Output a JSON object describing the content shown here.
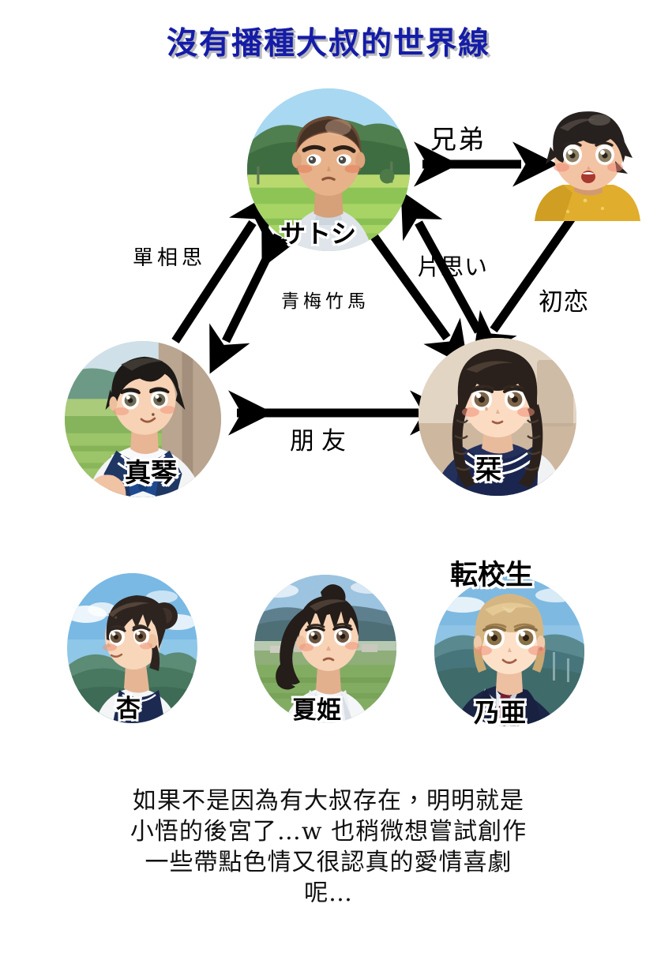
{
  "page": {
    "title": "沒有播種大叔的世界線",
    "title_color": "#141ca8",
    "background": "#ffffff"
  },
  "characters": [
    {
      "id": "satoshi",
      "name": "サトシ",
      "description": "buzz-cut tanned boy in white tee, green rice-field background",
      "shape": "circle"
    },
    {
      "id": "satoru",
      "name": "",
      "description": "young boy, messy black hair, surprised open mouth, mustard yellow shirt, cut-out no frame",
      "shape": "cutout"
    },
    {
      "id": "makoto",
      "name": "真琴",
      "description": "short black hair girl in navy sailor uniform, rice-field background",
      "shape": "circle"
    },
    {
      "id": "shiori",
      "name": "栞",
      "description": "twin-braid girl in navy sailor uniform, warm indoor background",
      "shape": "circle"
    },
    {
      "id": "an",
      "name": "杏",
      "description": "hair-bun girl in sailor uniform, blue sky and mountains",
      "shape": "circle"
    },
    {
      "id": "natsuki",
      "name": "夏姫",
      "description": "ponytail girl in sailor uniform, green rice-field background",
      "shape": "circle"
    },
    {
      "id": "noa",
      "name": "乃亜",
      "badge": "転校生",
      "description": "blonde bob girl in blazer with red tie, mountain background",
      "shape": "circle"
    }
  ],
  "relations": [
    {
      "id": "kyoudai",
      "label": "兄弟",
      "from": "satoshi",
      "to": "satoru",
      "direction": "both"
    },
    {
      "id": "kataomoi-ja",
      "label": "片思い",
      "from": "shiori",
      "to": "satoshi",
      "direction": "one"
    },
    {
      "id": "hatsukoi",
      "label": "初恋",
      "from": "satoru",
      "to": "shiori",
      "direction": "one"
    },
    {
      "id": "tansousi",
      "label": "單相思",
      "from": "makoto",
      "to": "satoshi",
      "direction": "one"
    },
    {
      "id": "osananajimi",
      "label": "青梅竹馬",
      "from": "satoshi",
      "to": "makoto",
      "direction": "both"
    },
    {
      "id": "satoshi-shiori",
      "label": "",
      "from": "satoshi",
      "to": "shiori",
      "direction": "one"
    },
    {
      "id": "pengyou",
      "label": "朋友",
      "from": "makoto",
      "to": "shiori",
      "direction": "both"
    }
  ],
  "caption": {
    "line1": "如果不是因為有大叔存在，明明就是",
    "line2": "小悟的後宮了…w 也稍微想嘗試創作",
    "line3": "一些帶點色情又很認真的愛情喜劇",
    "line4": "呢…"
  }
}
